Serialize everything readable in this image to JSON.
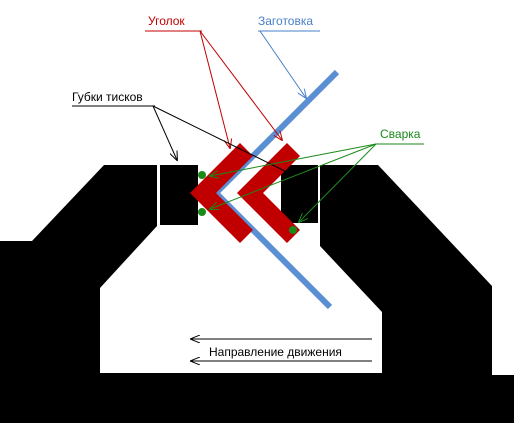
{
  "labels": {
    "corner": "Уголок",
    "workpiece": "Заготовка",
    "jaws": "Губки тисков",
    "welding": "Сварка",
    "direction": "Направление движения"
  },
  "colors": {
    "vise": "#000000",
    "corner": "#c00000",
    "workpiece": "#5b8fd4",
    "welding": "#1a8a1a",
    "annotation_black": "#000000",
    "annotation_red": "#c00000",
    "annotation_blue": "#4a7fc8",
    "annotation_green": "#1a8a1a"
  }
}
